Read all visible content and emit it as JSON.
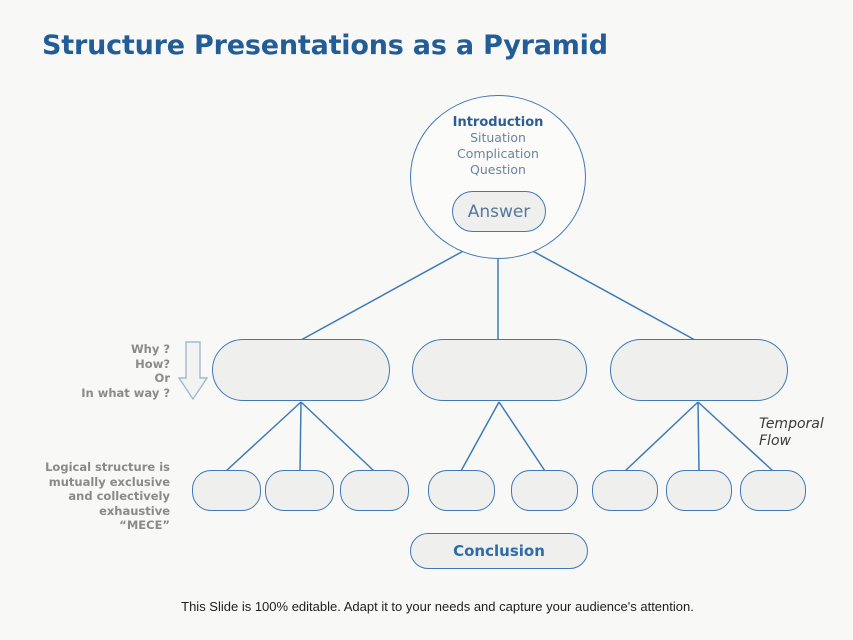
{
  "slide": {
    "title": "Structure Presentations as a Pyramid",
    "footer": "This Slide is 100% editable. Adapt it to your needs and capture your audience's attention."
  },
  "colors": {
    "background": "#f8f8f7",
    "title_text": "#235d97",
    "shape_border": "#4178b5",
    "shape_fill": "#efefee",
    "connector": "#3f7bb6",
    "muted_side_text": "#8a8a8a",
    "blue_label_text": "#53789e",
    "conclusion_text": "#2d6ca9"
  },
  "pyramid": {
    "intro_circle": {
      "heading": "Introduction",
      "line1": "Situation",
      "line2": "Complication",
      "line3": "Question",
      "answer_label": "Answer"
    },
    "why_block": {
      "line1": "Why ?",
      "line2": "How?",
      "line3": "Or",
      "line4": "In what way ?"
    },
    "mece_block": {
      "line1": "Logical structure is",
      "line2": "mutually exclusive",
      "line3": "and collectively",
      "line4": "exhaustive",
      "line5": "“MECE”"
    },
    "temporal_flow": {
      "line1": "Temporal",
      "line2": "Flow"
    },
    "conclusion_label": "Conclusion"
  }
}
